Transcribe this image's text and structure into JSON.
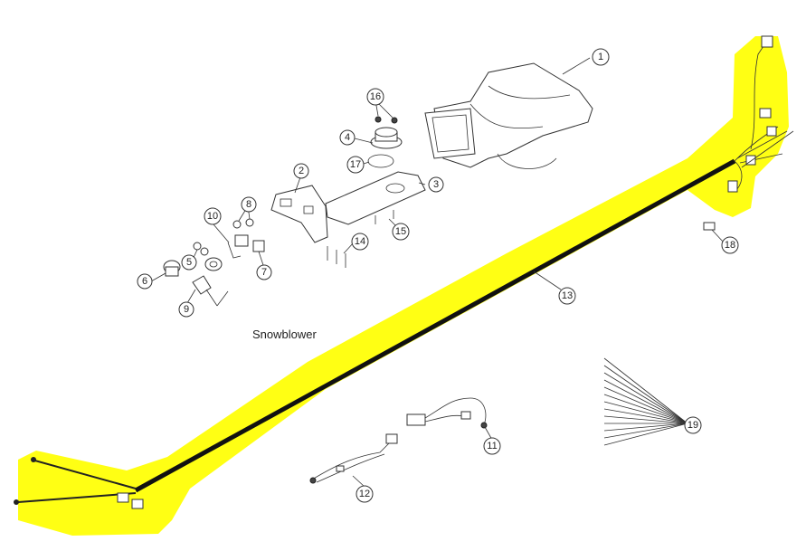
{
  "caption": "Snowblower",
  "highlight_color": "#ffff00",
  "callouts": {
    "c1": "1",
    "c2": "2",
    "c3": "3",
    "c4": "4",
    "c5": "5",
    "c6": "6",
    "c7": "7",
    "c8": "8",
    "c9": "9",
    "c10": "10",
    "c11": "11",
    "c12": "12",
    "c13": "13",
    "c14": "14",
    "c15": "15",
    "c16": "16",
    "c17": "17",
    "c18": "18",
    "c19": "19"
  }
}
